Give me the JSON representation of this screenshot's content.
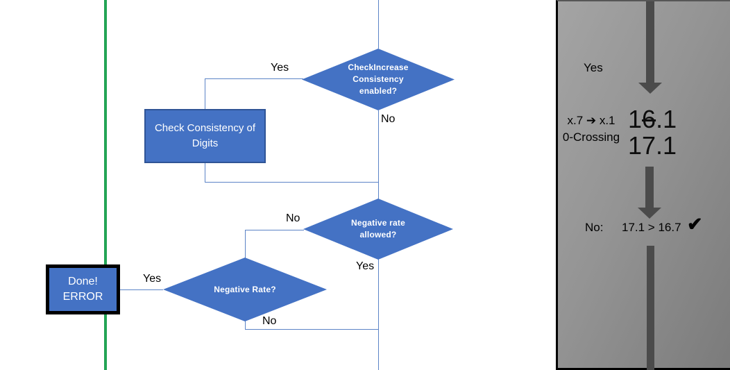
{
  "colors": {
    "shape_fill_blue": "#4472C4",
    "shape_border_blue": "#2F5496",
    "connector_blue": "#5b83c6",
    "green_line": "#23a455",
    "panel_arrow_gray": "#4b4b4b"
  },
  "flowchart": {
    "decision_consistency": {
      "label": "CheckIncrease Consistency enabled?",
      "yes": "Yes",
      "no": "No"
    },
    "process_check": {
      "label": "Check Consistency of Digits"
    },
    "decision_negative_allowed": {
      "label": "Negative rate allowed?",
      "no": "No",
      "yes": "Yes"
    },
    "decision_negative_rate": {
      "label": "Negative Rate?",
      "yes": "Yes",
      "no": "No"
    },
    "terminator_done": {
      "line1": "Done!",
      "line2": "ERROR"
    }
  },
  "side_panel": {
    "yes_label": "Yes",
    "conversion": {
      "line1": "x.7 ➔ x.1",
      "line2": "0-Crossing"
    },
    "old_value": {
      "pre": "1",
      "struck": "6",
      "post": ".1"
    },
    "new_value": "17.1",
    "result": {
      "label": "No:",
      "comparison": "17.1 > 16.7",
      "checkmark": "✔"
    }
  }
}
